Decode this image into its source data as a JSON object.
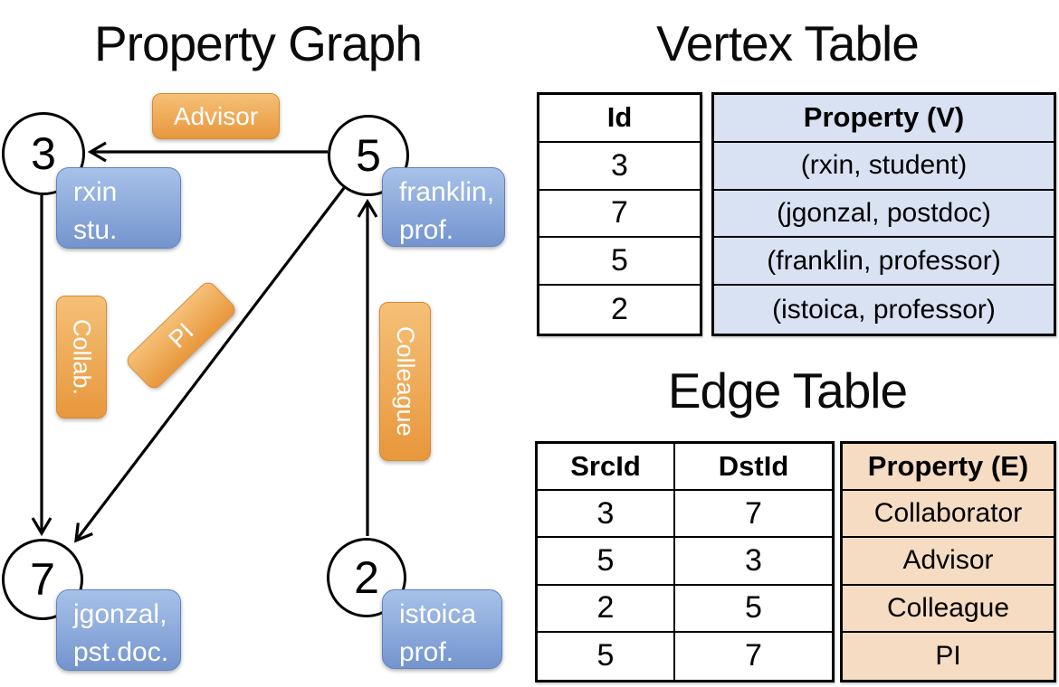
{
  "graph": {
    "title": "Property Graph",
    "nodes": [
      {
        "id": "3",
        "property": [
          "rxin",
          "stu."
        ]
      },
      {
        "id": "5",
        "property": [
          "franklin,",
          "prof."
        ]
      },
      {
        "id": "7",
        "property": [
          "jgonzal,",
          "pst.doc."
        ]
      },
      {
        "id": "2",
        "property": [
          "istoica",
          "prof."
        ]
      }
    ],
    "edge_labels": {
      "advisor": "Advisor",
      "collab": "Collab.",
      "pi": "PI",
      "colleague": "Colleague"
    }
  },
  "vertex_table": {
    "title": "Vertex Table",
    "headers": {
      "id": "Id",
      "property": "Property (V)"
    },
    "rows": [
      {
        "id": "3",
        "property": "(rxin, student)"
      },
      {
        "id": "7",
        "property": "(jgonzal, postdoc)"
      },
      {
        "id": "5",
        "property": "(franklin, professor)"
      },
      {
        "id": "2",
        "property": "(istoica, professor)"
      }
    ]
  },
  "edge_table": {
    "title": "Edge Table",
    "headers": {
      "src": "SrcId",
      "dst": "DstId",
      "property": "Property (E)"
    },
    "rows": [
      {
        "src": "3",
        "dst": "7",
        "property": "Collaborator"
      },
      {
        "src": "5",
        "dst": "3",
        "property": "Advisor"
      },
      {
        "src": "2",
        "dst": "5",
        "property": "Colleague"
      },
      {
        "src": "5",
        "dst": "7",
        "property": "PI"
      }
    ]
  },
  "colors": {
    "edge_stroke": "#000000",
    "node_fill": "#ffffff",
    "vertex_box_top": "#a7c2e9",
    "vertex_box_bottom": "#7494ce",
    "edge_label_top": "#f5c077",
    "edge_label_bottom": "#e8973c",
    "vertex_property_fill": "#d9e2f3",
    "edge_property_fill": "#f5dcc2"
  }
}
